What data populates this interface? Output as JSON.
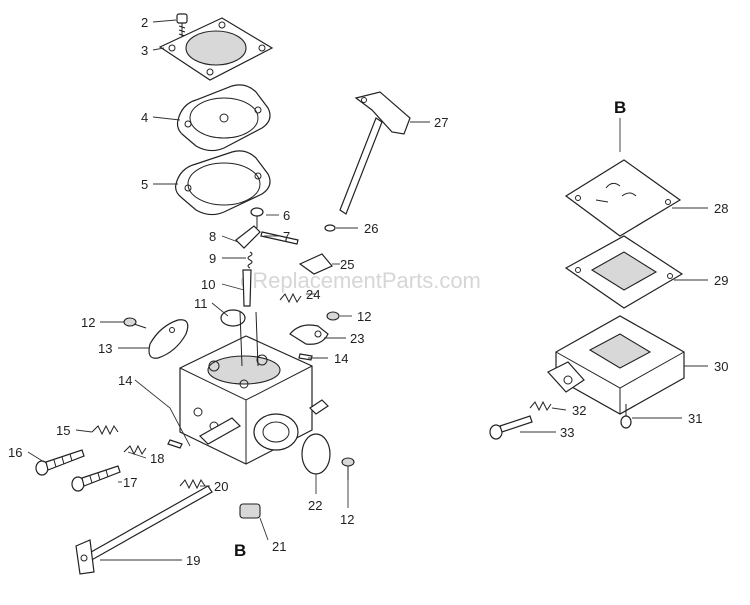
{
  "watermark": "eReplacementParts.com",
  "colors": {
    "line": "#222222",
    "shade": "#d8d8d8",
    "watermark": "#c9c9c9",
    "background": "#ffffff"
  },
  "callouts": {
    "c2": "2",
    "c3": "3",
    "c4": "4",
    "c5": "5",
    "c6": "6",
    "c7": "7",
    "c8": "8",
    "c9": "9",
    "c10": "10",
    "c11": "11",
    "c12a": "12",
    "c12b": "12",
    "c12c": "12",
    "c13": "13",
    "c14a": "14",
    "c14b": "14",
    "c15": "15",
    "c16": "16",
    "c17": "17",
    "c18": "18",
    "c19": "19",
    "c20": "20",
    "c21": "21",
    "c22": "22",
    "c23": "23",
    "c24": "24",
    "c25": "25",
    "c26": "26",
    "c27": "27",
    "c28": "28",
    "c29": "29",
    "c30": "30",
    "c31": "31",
    "c32": "32",
    "c33": "33",
    "refB_left": "B",
    "refB_right": "B"
  }
}
